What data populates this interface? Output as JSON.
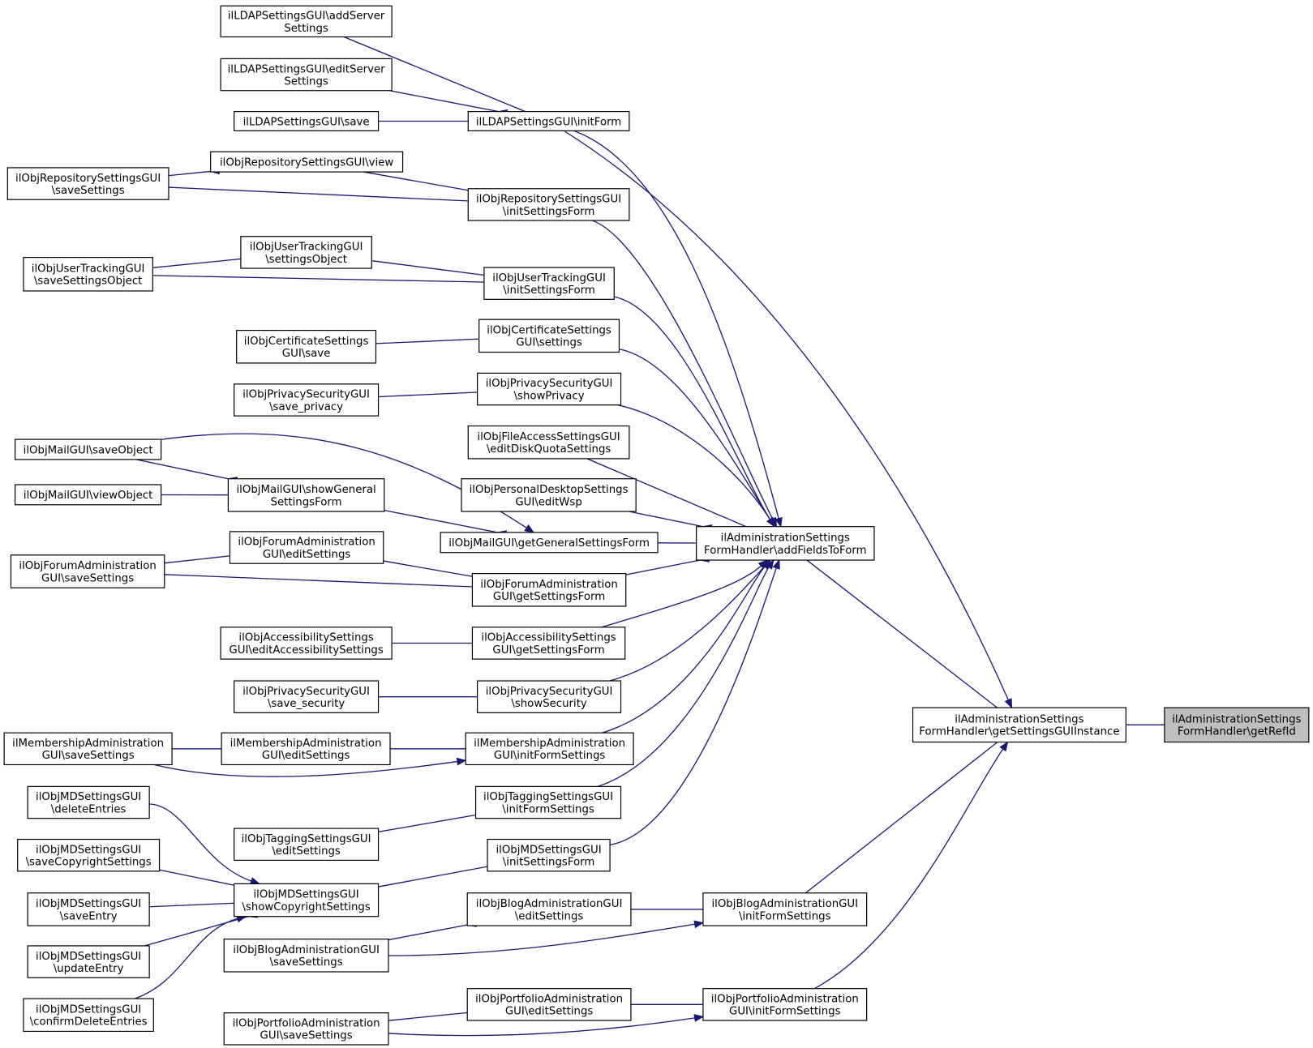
{
  "diagram": {
    "type": "call-graph",
    "edge_color": "#191970",
    "root_fill": "#bfbfbf",
    "nodes": [
      {
        "id": "n0",
        "label": [
          "ilAdministrationSettings",
          "FormHandler\\getRefId"
        ],
        "root": true
      },
      {
        "id": "n1",
        "label": [
          "ilAdministrationSettings",
          "FormHandler\\getSettingsGUIInstance"
        ]
      },
      {
        "id": "n2",
        "label": [
          "ilAdministrationSettings",
          "FormHandler\\addFieldsToForm"
        ]
      },
      {
        "id": "n3",
        "label": [
          "ilObjBlogAdministrationGUI",
          "\\initFormSettings"
        ]
      },
      {
        "id": "n4",
        "label": [
          "ilObjPortfolioAdministration",
          "GUI\\initFormSettings"
        ]
      },
      {
        "id": "n5",
        "label": [
          "ilLDAPSettingsGUI\\initForm"
        ]
      },
      {
        "id": "n6",
        "label": [
          "ilObjRepositorySettingsGUI",
          "\\initSettingsForm"
        ]
      },
      {
        "id": "n7",
        "label": [
          "ilObjUserTrackingGUI",
          "\\initSettingsForm"
        ]
      },
      {
        "id": "n8",
        "label": [
          "ilObjCertificateSettings",
          "GUI\\settings"
        ]
      },
      {
        "id": "n9",
        "label": [
          "ilObjPrivacySecurityGUI",
          "\\showPrivacy"
        ]
      },
      {
        "id": "n10",
        "label": [
          "ilObjFileAccessSettingsGUI",
          "\\editDiskQuotaSettings"
        ]
      },
      {
        "id": "n11",
        "label": [
          "ilObjPersonalDesktopSettings",
          "GUI\\editWsp"
        ]
      },
      {
        "id": "n12",
        "label": [
          "ilObjMailGUI\\getGeneralSettingsForm"
        ]
      },
      {
        "id": "n13",
        "label": [
          "ilObjForumAdministration",
          "GUI\\getSettingsForm"
        ]
      },
      {
        "id": "n14",
        "label": [
          "ilObjAccessibilitySettings",
          "GUI\\getSettingsForm"
        ]
      },
      {
        "id": "n15",
        "label": [
          "ilObjPrivacySecurityGUI",
          "\\showSecurity"
        ]
      },
      {
        "id": "n16",
        "label": [
          "ilMembershipAdministration",
          "GUI\\initFormSettings"
        ]
      },
      {
        "id": "n17",
        "label": [
          "ilObjTaggingSettingsGUI",
          "\\initFormSettings"
        ]
      },
      {
        "id": "n18",
        "label": [
          "ilObjMDSettingsGUI",
          "\\initSettingsForm"
        ]
      },
      {
        "id": "n19",
        "label": [
          "ilObjBlogAdministrationGUI",
          "\\editSettings"
        ]
      },
      {
        "id": "n20",
        "label": [
          "ilObjPortfolioAdministration",
          "GUI\\editSettings"
        ]
      },
      {
        "id": "n21",
        "label": [
          "ilLDAPSettingsGUI\\addServer",
          "Settings"
        ]
      },
      {
        "id": "n22",
        "label": [
          "ilLDAPSettingsGUI\\editServer",
          "Settings"
        ]
      },
      {
        "id": "n23",
        "label": [
          "ilLDAPSettingsGUI\\save"
        ]
      },
      {
        "id": "n24",
        "label": [
          "ilObjRepositorySettingsGUI\\view"
        ]
      },
      {
        "id": "n25",
        "label": [
          "ilObjUserTrackingGUI",
          "\\settingsObject"
        ]
      },
      {
        "id": "n26",
        "label": [
          "ilObjCertificateSettings",
          "GUI\\save"
        ]
      },
      {
        "id": "n27",
        "label": [
          "ilObjPrivacySecurityGUI",
          "\\save_privacy"
        ]
      },
      {
        "id": "n28",
        "label": [
          "ilObjMailGUI\\showGeneral",
          "SettingsForm"
        ]
      },
      {
        "id": "n29",
        "label": [
          "ilObjForumAdministration",
          "GUI\\editSettings"
        ]
      },
      {
        "id": "n30",
        "label": [
          "ilObjAccessibilitySettings",
          "GUI\\editAccessibilitySettings"
        ]
      },
      {
        "id": "n31",
        "label": [
          "ilObjPrivacySecurityGUI",
          "\\save_security"
        ]
      },
      {
        "id": "n32",
        "label": [
          "ilMembershipAdministration",
          "GUI\\editSettings"
        ]
      },
      {
        "id": "n33",
        "label": [
          "ilObjTaggingSettingsGUI",
          "\\editSettings"
        ]
      },
      {
        "id": "n34",
        "label": [
          "ilObjMDSettingsGUI",
          "\\showCopyrightSettings"
        ]
      },
      {
        "id": "n35",
        "label": [
          "ilObjBlogAdministrationGUI",
          "\\saveSettings"
        ]
      },
      {
        "id": "n36",
        "label": [
          "ilObjPortfolioAdministration",
          "GUI\\saveSettings"
        ]
      },
      {
        "id": "n37",
        "label": [
          "ilObjRepositorySettingsGUI",
          "\\saveSettings"
        ]
      },
      {
        "id": "n38",
        "label": [
          "ilObjUserTrackingGUI",
          "\\saveSettingsObject"
        ]
      },
      {
        "id": "n39",
        "label": [
          "ilObjMailGUI\\saveObject"
        ]
      },
      {
        "id": "n40",
        "label": [
          "ilObjMailGUI\\viewObject"
        ]
      },
      {
        "id": "n41",
        "label": [
          "ilObjForumAdministration",
          "GUI\\saveSettings"
        ]
      },
      {
        "id": "n42",
        "label": [
          "ilMembershipAdministration",
          "GUI\\saveSettings"
        ]
      },
      {
        "id": "n43",
        "label": [
          "ilObjMDSettingsGUI",
          "\\deleteEntries"
        ]
      },
      {
        "id": "n44",
        "label": [
          "ilObjMDSettingsGUI",
          "\\saveCopyrightSettings"
        ]
      },
      {
        "id": "n45",
        "label": [
          "ilObjMDSettingsGUI",
          "\\saveEntry"
        ]
      },
      {
        "id": "n46",
        "label": [
          "ilObjMDSettingsGUI",
          "\\updateEntry"
        ]
      },
      {
        "id": "n47",
        "label": [
          "ilObjMDSettingsGUI",
          "\\confirmDeleteEntries"
        ]
      }
    ],
    "edges": [
      [
        "n1",
        "n0"
      ],
      [
        "n2",
        "n1"
      ],
      [
        "n3",
        "n1"
      ],
      [
        "n4",
        "n1"
      ],
      [
        "n5",
        "n1"
      ],
      [
        "n5",
        "n2"
      ],
      [
        "n6",
        "n2"
      ],
      [
        "n7",
        "n2"
      ],
      [
        "n8",
        "n2"
      ],
      [
        "n9",
        "n2"
      ],
      [
        "n10",
        "n2"
      ],
      [
        "n11",
        "n2"
      ],
      [
        "n12",
        "n2"
      ],
      [
        "n13",
        "n2"
      ],
      [
        "n14",
        "n2"
      ],
      [
        "n15",
        "n2"
      ],
      [
        "n16",
        "n2"
      ],
      [
        "n17",
        "n2"
      ],
      [
        "n18",
        "n2"
      ],
      [
        "n19",
        "n3"
      ],
      [
        "n35",
        "n3"
      ],
      [
        "n20",
        "n4"
      ],
      [
        "n36",
        "n4"
      ],
      [
        "n21",
        "n5"
      ],
      [
        "n22",
        "n5"
      ],
      [
        "n23",
        "n5"
      ],
      [
        "n24",
        "n6"
      ],
      [
        "n37",
        "n6"
      ],
      [
        "n37",
        "n24"
      ],
      [
        "n25",
        "n7"
      ],
      [
        "n38",
        "n7"
      ],
      [
        "n38",
        "n25"
      ],
      [
        "n26",
        "n8"
      ],
      [
        "n27",
        "n9"
      ],
      [
        "n28",
        "n12"
      ],
      [
        "n39",
        "n12"
      ],
      [
        "n39",
        "n28"
      ],
      [
        "n40",
        "n28"
      ],
      [
        "n29",
        "n13"
      ],
      [
        "n41",
        "n13"
      ],
      [
        "n41",
        "n29"
      ],
      [
        "n30",
        "n14"
      ],
      [
        "n31",
        "n15"
      ],
      [
        "n32",
        "n16"
      ],
      [
        "n42",
        "n16"
      ],
      [
        "n42",
        "n32"
      ],
      [
        "n33",
        "n17"
      ],
      [
        "n34",
        "n18"
      ],
      [
        "n43",
        "n34"
      ],
      [
        "n44",
        "n34"
      ],
      [
        "n45",
        "n34"
      ],
      [
        "n46",
        "n34"
      ],
      [
        "n47",
        "n34"
      ],
      [
        "n35",
        "n19"
      ],
      [
        "n36",
        "n20"
      ]
    ]
  }
}
